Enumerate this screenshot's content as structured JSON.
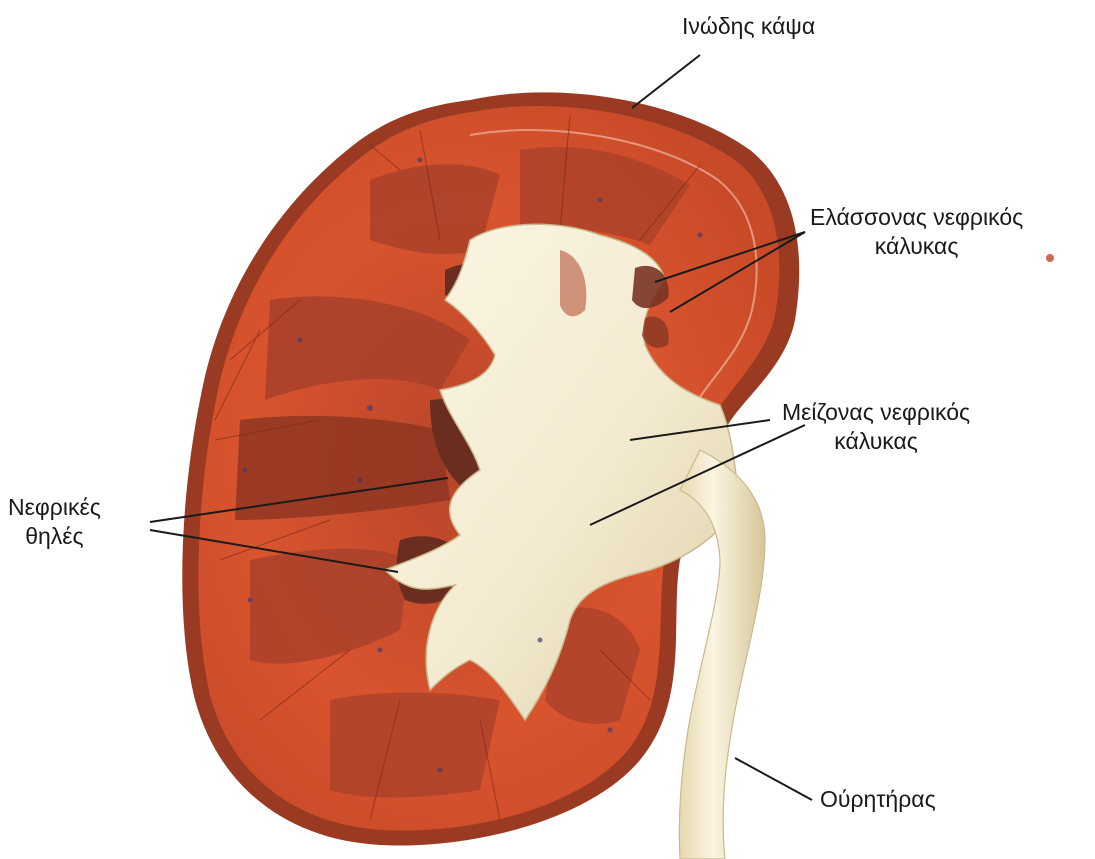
{
  "labels": {
    "fibrous_capsule": "Ινώδης κάψα",
    "minor_calyx_1": "Ελάσσονας νεφρικός",
    "minor_calyx_2": "κάλυκας",
    "major_calyx_1": "Μείζονας νεφρικός",
    "major_calyx_2": "κάλυκας",
    "renal_papillae_1": "Νεφρικές",
    "renal_papillae_2": "θηλές",
    "ureter": "Ούρητήρας"
  },
  "colors": {
    "capsule": "#9b3a22",
    "cortex": "#d9542e",
    "medulla": "#a8402a",
    "pyramid_dark": "#8c3522",
    "pelvis": "#f4ecd0",
    "pelvis_shadow": "#d8c9a0",
    "cavity": "#6b2d20",
    "leader_line": "#1a1a1a"
  }
}
